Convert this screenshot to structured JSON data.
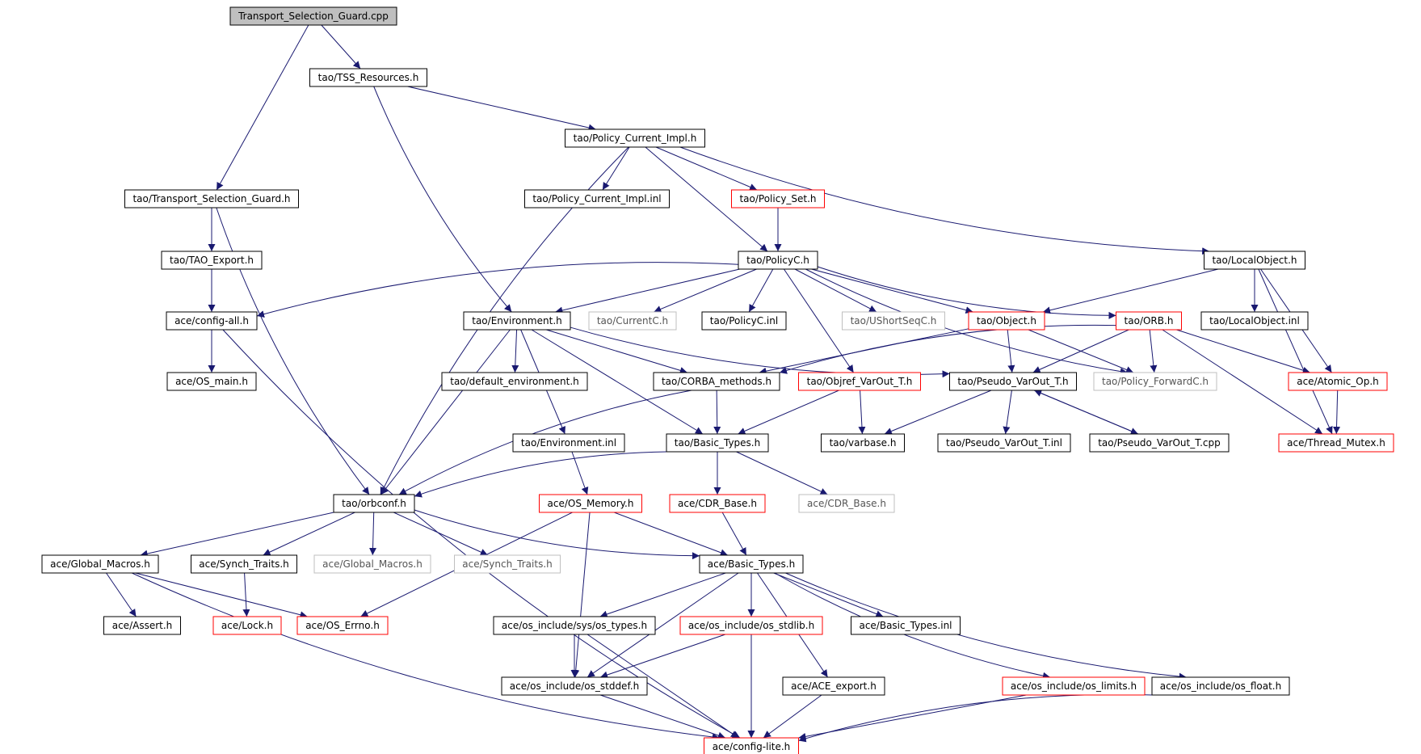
{
  "colors": {
    "edge": "#191970",
    "root_fill": "#bfbfbf",
    "normal_border": "#000000",
    "truncated_border": "#ff0000",
    "external_border": "#bfbfbf",
    "external_text": "#555555"
  },
  "nodes": [
    {
      "id": "root",
      "label": "Transport_Selection_Guard.cpp",
      "style": "root"
    },
    {
      "id": "tss_res",
      "label": "tao/TSS_Resources.h",
      "style": "normal"
    },
    {
      "id": "pol_cur",
      "label": "tao/Policy_Current_Impl.h",
      "style": "normal"
    },
    {
      "id": "tsg_h",
      "label": "tao/Transport_Selection_Guard.h",
      "style": "normal"
    },
    {
      "id": "pol_cur_inl",
      "label": "tao/Policy_Current_Impl.inl",
      "style": "normal"
    },
    {
      "id": "pol_set",
      "label": "tao/Policy_Set.h",
      "style": "red"
    },
    {
      "id": "tao_export",
      "label": "tao/TAO_Export.h",
      "style": "normal"
    },
    {
      "id": "policyc",
      "label": "tao/PolicyC.h",
      "style": "normal"
    },
    {
      "id": "localobj",
      "label": "tao/LocalObject.h",
      "style": "normal"
    },
    {
      "id": "config_all",
      "label": "ace/config-all.h",
      "style": "normal"
    },
    {
      "id": "environment",
      "label": "tao/Environment.h",
      "style": "normal"
    },
    {
      "id": "currentc",
      "label": "tao/CurrentC.h",
      "style": "gray"
    },
    {
      "id": "policyc_inl",
      "label": "tao/PolicyC.inl",
      "style": "normal"
    },
    {
      "id": "ushortseq",
      "label": "tao/UShortSeqC.h",
      "style": "gray"
    },
    {
      "id": "object",
      "label": "tao/Object.h",
      "style": "red"
    },
    {
      "id": "orb",
      "label": "tao/ORB.h",
      "style": "red"
    },
    {
      "id": "localobj_inl",
      "label": "tao/LocalObject.inl",
      "style": "normal"
    },
    {
      "id": "os_main",
      "label": "ace/OS_main.h",
      "style": "normal"
    },
    {
      "id": "default_env",
      "label": "tao/default_environment.h",
      "style": "normal"
    },
    {
      "id": "corba_methods",
      "label": "tao/CORBA_methods.h",
      "style": "normal"
    },
    {
      "id": "objref_varout",
      "label": "tao/Objref_VarOut_T.h",
      "style": "red"
    },
    {
      "id": "pseudo_varout",
      "label": "tao/Pseudo_VarOut_T.h",
      "style": "normal"
    },
    {
      "id": "policy_fwd",
      "label": "tao/Policy_ForwardC.h",
      "style": "gray"
    },
    {
      "id": "atomic_op",
      "label": "ace/Atomic_Op.h",
      "style": "red"
    },
    {
      "id": "environment_inl",
      "label": "tao/Environment.inl",
      "style": "normal"
    },
    {
      "id": "basic_types_tao",
      "label": "tao/Basic_Types.h",
      "style": "normal"
    },
    {
      "id": "varbase",
      "label": "tao/varbase.h",
      "style": "normal"
    },
    {
      "id": "pseudo_inl",
      "label": "tao/Pseudo_VarOut_T.inl",
      "style": "normal"
    },
    {
      "id": "pseudo_cpp",
      "label": "tao/Pseudo_VarOut_T.cpp",
      "style": "normal"
    },
    {
      "id": "thread_mutex",
      "label": "ace/Thread_Mutex.h",
      "style": "red"
    },
    {
      "id": "orbconf",
      "label": "tao/orbconf.h",
      "style": "normal"
    },
    {
      "id": "os_memory",
      "label": "ace/OS_Memory.h",
      "style": "red"
    },
    {
      "id": "cdr_base_red",
      "label": "ace/CDR_Base.h",
      "style": "red"
    },
    {
      "id": "cdr_base_gray",
      "label": "ace/CDR_Base.h",
      "style": "gray"
    },
    {
      "id": "global_macros",
      "label": "ace/Global_Macros.h",
      "style": "normal"
    },
    {
      "id": "synch_traits",
      "label": "ace/Synch_Traits.h",
      "style": "normal"
    },
    {
      "id": "global_macros_gray",
      "label": "ace/Global_Macros.h",
      "style": "gray"
    },
    {
      "id": "synch_traits_gray",
      "label": "ace/Synch_Traits.h",
      "style": "gray"
    },
    {
      "id": "basic_types_ace",
      "label": "ace/Basic_Types.h",
      "style": "normal"
    },
    {
      "id": "assert",
      "label": "ace/Assert.h",
      "style": "normal"
    },
    {
      "id": "lock",
      "label": "ace/Lock.h",
      "style": "red"
    },
    {
      "id": "os_errno",
      "label": "ace/OS_Errno.h",
      "style": "red"
    },
    {
      "id": "os_types",
      "label": "ace/os_include/sys/os_types.h",
      "style": "normal"
    },
    {
      "id": "os_stdlib",
      "label": "ace/os_include/os_stdlib.h",
      "style": "red"
    },
    {
      "id": "basic_types_inl",
      "label": "ace/Basic_Types.inl",
      "style": "normal"
    },
    {
      "id": "os_stddef",
      "label": "ace/os_include/os_stddef.h",
      "style": "normal"
    },
    {
      "id": "ace_export",
      "label": "ace/ACE_export.h",
      "style": "normal"
    },
    {
      "id": "os_limits",
      "label": "ace/os_include/os_limits.h",
      "style": "red"
    },
    {
      "id": "os_float",
      "label": "ace/os_include/os_float.h",
      "style": "normal"
    },
    {
      "id": "config_lite",
      "label": "ace/config-lite.h",
      "style": "red"
    }
  ],
  "edges": [
    [
      "root",
      "tss_res"
    ],
    [
      "root",
      "tsg_h"
    ],
    [
      "tss_res",
      "pol_cur"
    ],
    [
      "tss_res",
      "environment"
    ],
    [
      "pol_cur",
      "orbconf"
    ],
    [
      "pol_cur",
      "pol_cur_inl"
    ],
    [
      "pol_cur",
      "pol_set"
    ],
    [
      "pol_cur",
      "policyc"
    ],
    [
      "pol_cur",
      "localobj"
    ],
    [
      "tsg_h",
      "tao_export"
    ],
    [
      "tsg_h",
      "orbconf"
    ],
    [
      "pol_set",
      "policyc"
    ],
    [
      "tao_export",
      "config_all"
    ],
    [
      "policyc",
      "config_all"
    ],
    [
      "policyc",
      "environment"
    ],
    [
      "policyc",
      "currentc"
    ],
    [
      "policyc",
      "policyc_inl"
    ],
    [
      "policyc",
      "ushortseq"
    ],
    [
      "policyc",
      "object"
    ],
    [
      "policyc",
      "orb"
    ],
    [
      "policyc",
      "objref_varout"
    ],
    [
      "policyc",
      "policy_fwd"
    ],
    [
      "localobj",
      "object"
    ],
    [
      "localobj",
      "localobj_inl"
    ],
    [
      "localobj",
      "atomic_op"
    ],
    [
      "localobj",
      "thread_mutex"
    ],
    [
      "config_all",
      "os_main"
    ],
    [
      "config_all",
      "config_lite"
    ],
    [
      "environment",
      "default_env"
    ],
    [
      "environment",
      "corba_methods"
    ],
    [
      "environment",
      "pseudo_varout"
    ],
    [
      "environment",
      "basic_types_tao"
    ],
    [
      "environment",
      "orbconf"
    ],
    [
      "environment",
      "environment_inl"
    ],
    [
      "object",
      "corba_methods"
    ],
    [
      "object",
      "pseudo_varout"
    ],
    [
      "object",
      "policy_fwd"
    ],
    [
      "orb",
      "corba_methods"
    ],
    [
      "orb",
      "pseudo_varout"
    ],
    [
      "orb",
      "policy_fwd"
    ],
    [
      "orb",
      "atomic_op"
    ],
    [
      "orb",
      "thread_mutex"
    ],
    [
      "corba_methods",
      "basic_types_tao"
    ],
    [
      "corba_methods",
      "orbconf"
    ],
    [
      "objref_varout",
      "basic_types_tao"
    ],
    [
      "objref_varout",
      "varbase"
    ],
    [
      "pseudo_varout",
      "varbase"
    ],
    [
      "pseudo_varout",
      "pseudo_inl"
    ],
    [
      "pseudo_varout",
      "pseudo_cpp"
    ],
    [
      "pseudo_cpp",
      "pseudo_varout"
    ],
    [
      "atomic_op",
      "thread_mutex"
    ],
    [
      "environment_inl",
      "os_memory"
    ],
    [
      "basic_types_tao",
      "orbconf"
    ],
    [
      "basic_types_tao",
      "cdr_base_red"
    ],
    [
      "basic_types_tao",
      "cdr_base_gray"
    ],
    [
      "orbconf",
      "global_macros"
    ],
    [
      "orbconf",
      "synch_traits"
    ],
    [
      "orbconf",
      "global_macros_gray"
    ],
    [
      "orbconf",
      "synch_traits_gray"
    ],
    [
      "orbconf",
      "basic_types_ace"
    ],
    [
      "os_memory",
      "basic_types_ace"
    ],
    [
      "os_memory",
      "os_errno"
    ],
    [
      "os_memory",
      "os_stddef"
    ],
    [
      "cdr_base_red",
      "basic_types_ace"
    ],
    [
      "global_macros",
      "assert"
    ],
    [
      "global_macros",
      "os_errno"
    ],
    [
      "global_macros",
      "config_lite"
    ],
    [
      "synch_traits",
      "lock"
    ],
    [
      "basic_types_ace",
      "os_types"
    ],
    [
      "basic_types_ace",
      "os_stdlib"
    ],
    [
      "basic_types_ace",
      "basic_types_inl"
    ],
    [
      "basic_types_ace",
      "os_stddef"
    ],
    [
      "basic_types_ace",
      "ace_export"
    ],
    [
      "basic_types_ace",
      "os_limits"
    ],
    [
      "basic_types_ace",
      "os_float"
    ],
    [
      "basic_types_ace",
      "config_lite"
    ],
    [
      "os_types",
      "os_stddef"
    ],
    [
      "os_types",
      "config_lite"
    ],
    [
      "os_stdlib",
      "os_stddef"
    ],
    [
      "os_stdlib",
      "config_lite"
    ],
    [
      "os_stddef",
      "config_lite"
    ],
    [
      "ace_export",
      "config_lite"
    ],
    [
      "os_limits",
      "config_lite"
    ],
    [
      "os_float",
      "config_lite"
    ]
  ]
}
